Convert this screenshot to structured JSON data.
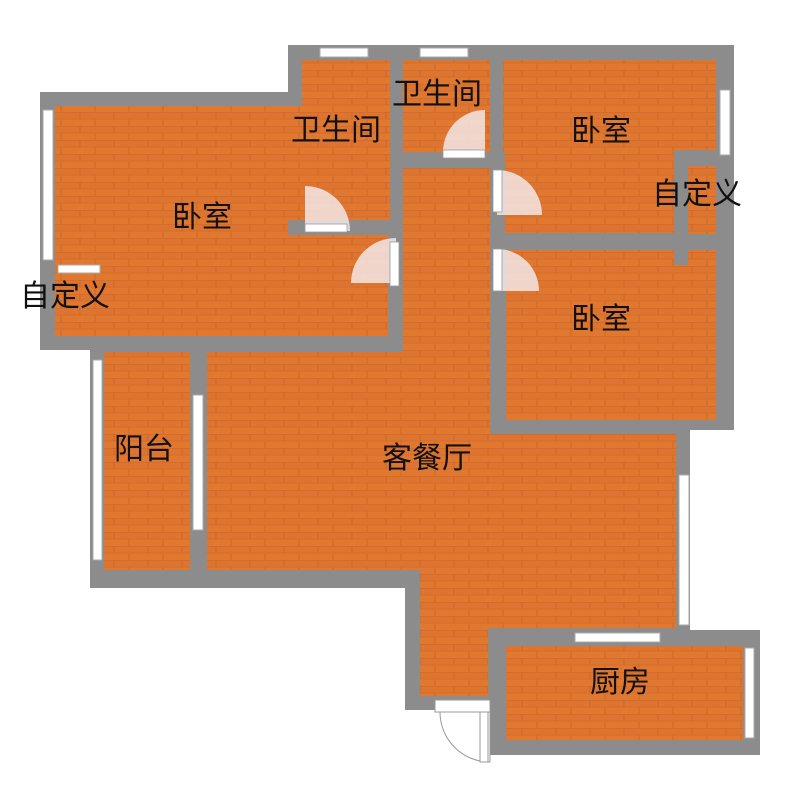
{
  "rooms": [
    {
      "key": "bedroom_left",
      "label": "卧室"
    },
    {
      "key": "bathroom_left",
      "label": "卫生间"
    },
    {
      "key": "bathroom_top",
      "label": "卫生间"
    },
    {
      "key": "bedroom_top_right",
      "label": "卧室"
    },
    {
      "key": "bedroom_mid_right",
      "label": "卧室"
    },
    {
      "key": "custom_left",
      "label": "自定义"
    },
    {
      "key": "custom_right",
      "label": "自定义"
    },
    {
      "key": "balcony",
      "label": "阳台"
    },
    {
      "key": "living_dining",
      "label": "客餐厅"
    },
    {
      "key": "kitchen",
      "label": "厨房"
    }
  ],
  "colors": {
    "wall": "#8c8c8c",
    "floor": "#e0782f",
    "plank_line": "#c9632a",
    "door_arc": "#f3e6e6",
    "window": "#ffffff"
  }
}
